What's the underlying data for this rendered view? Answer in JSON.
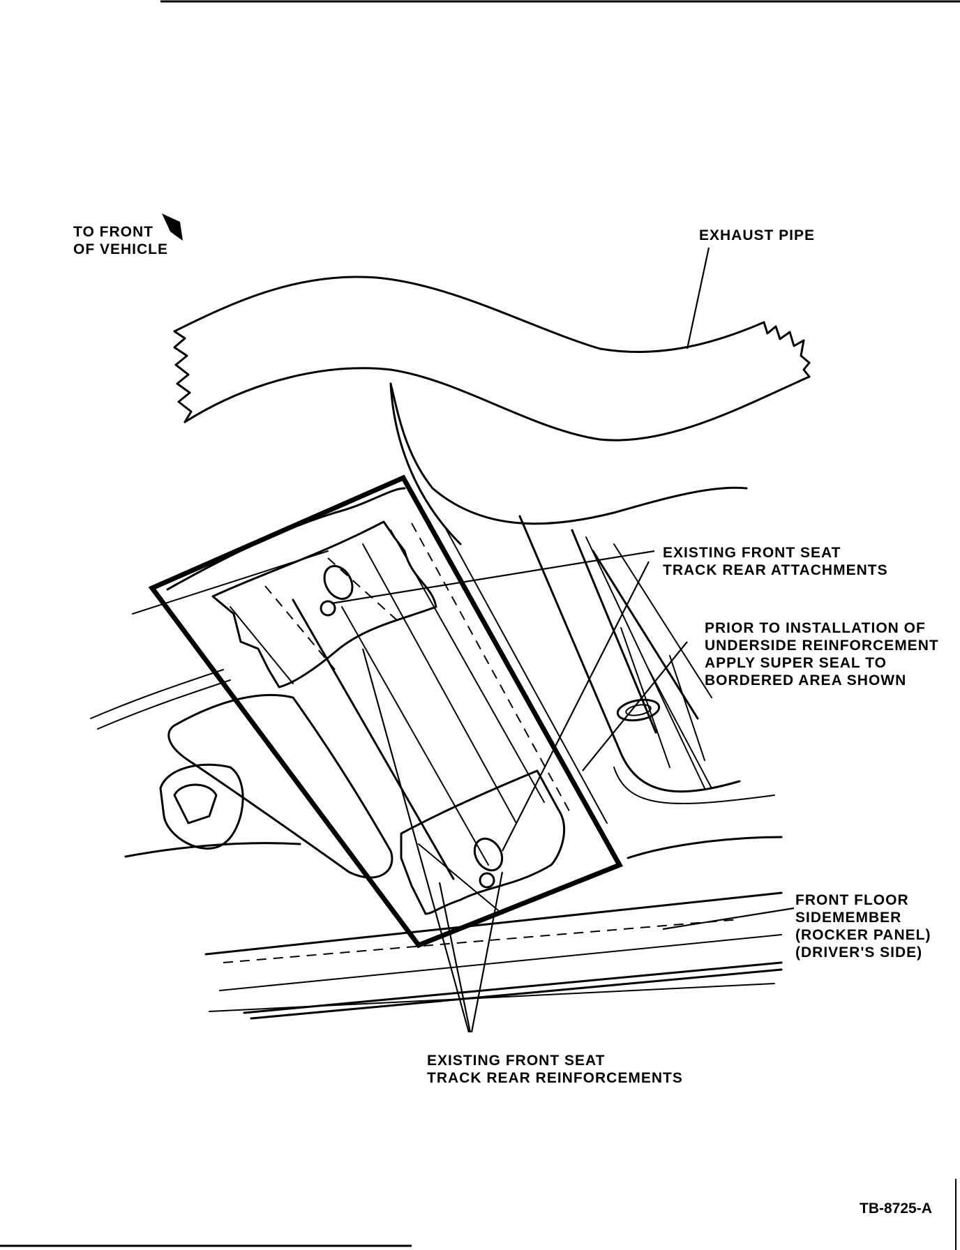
{
  "figure": {
    "labels": {
      "to_front": [
        "TO FRONT",
        "OF VEHICLE"
      ],
      "exhaust_pipe": "EXHAUST PIPE",
      "rear_attachments": [
        "EXISTING FRONT SEAT",
        "TRACK REAR ATTACHMENTS"
      ],
      "super_seal_note": [
        "PRIOR TO INSTALLATION OF",
        "UNDERSIDE REINFORCEMENT",
        "APPLY SUPER SEAL TO",
        "BORDERED AREA SHOWN"
      ],
      "rocker_panel": [
        "FRONT FLOOR",
        "SIDEMEMBER",
        "(ROCKER PANEL)",
        "(DRIVER'S SIDE)"
      ],
      "rear_reinforcements": [
        "EXISTING FRONT SEAT",
        "TRACK REAR REINFORCEMENTS"
      ]
    },
    "figure_id": "TB-8725-A"
  }
}
